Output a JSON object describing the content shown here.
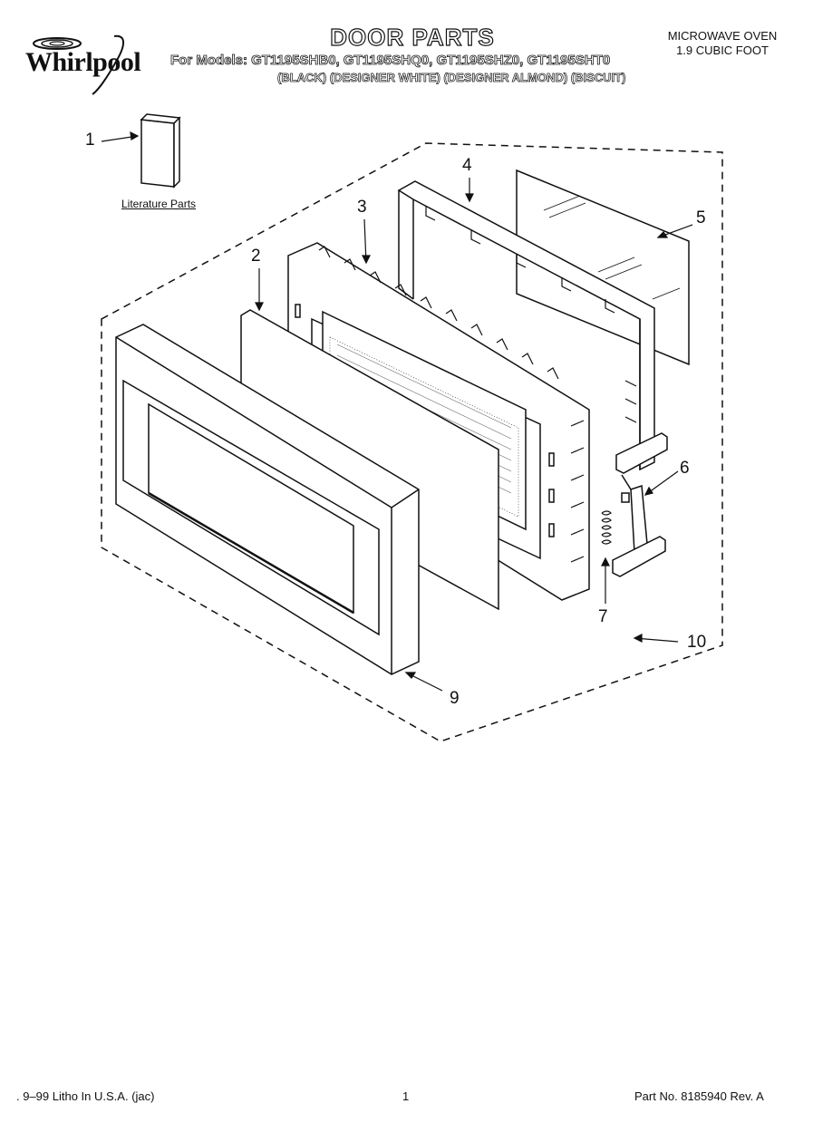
{
  "header": {
    "brand": "Whirlpool",
    "title": "DOOR PARTS",
    "models": "For Models: GT1195SHB0, GT1195SHQ0, GT1195SHZ0, GT1195SHT0",
    "colors": "(BLACK) (DESIGNER WHITE) (DESIGNER ALMOND) (BISCUIT)",
    "product_line1": "MICROWAVE OVEN",
    "product_line2": "1.9 CUBIC FOOT"
  },
  "literature_label": "Literature Parts",
  "callouts": [
    "1",
    "2",
    "3",
    "4",
    "5",
    "6",
    "7",
    "9",
    "10"
  ],
  "footer": {
    "left": ". 9–99 Litho In U.S.A. (jac)",
    "page": "1",
    "right": "Part No. 8185940 Rev. A"
  },
  "colors_used": {
    "ink": "#111111",
    "paper": "#ffffff"
  },
  "icons": [
    "whirlpool-logo-icon"
  ]
}
